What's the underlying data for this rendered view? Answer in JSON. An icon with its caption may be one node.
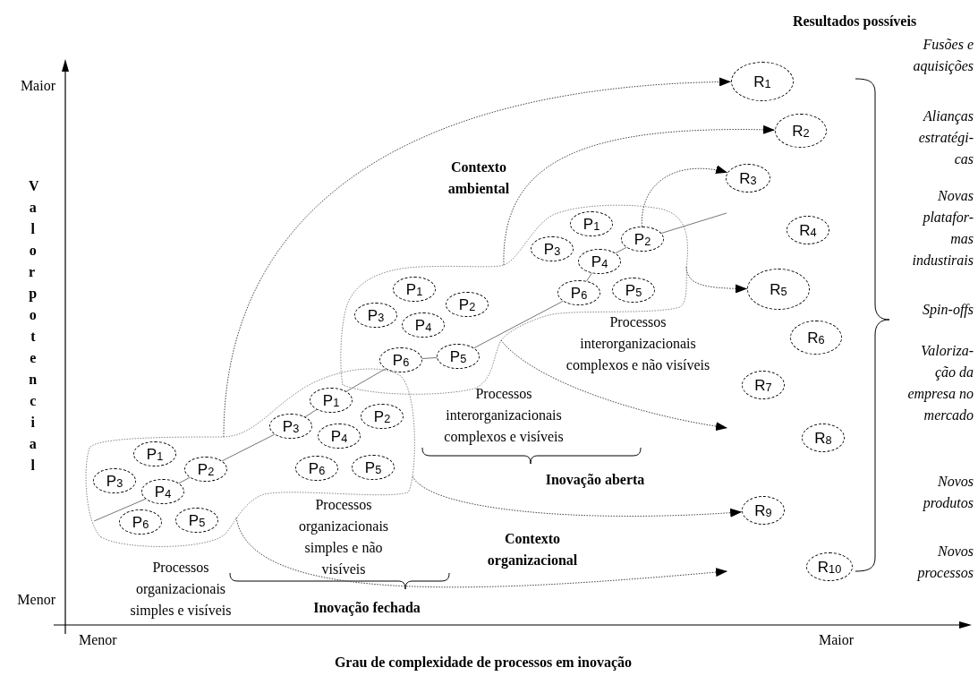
{
  "diagram": {
    "nodes": [
      {
        "text": [],
        "shape": "cloud"
      },
      {
        "text": [
          "P$_{1}$"
        ],
        "in": 0
      },
      {
        "text": [
          "P$_{2}$"
        ],
        "in": 0
      },
      {
        "text": [
          "P$_{3}$"
        ],
        "in": 0
      },
      {
        "text": [
          "P$_{4}$"
        ],
        "in": 0
      },
      {
        "text": [
          "P$_{5}$"
        ],
        "in": 0
      },
      {
        "text": [
          "P$_{6}$"
        ],
        "in": 0
      },
      {
        "text": [
          "P$_{1}$"
        ],
        "in": 0
      },
      {
        "text": [
          "P$_{2}$"
        ],
        "in": 0
      },
      {
        "text": [
          "P$_{3}$"
        ],
        "in": 0
      },
      {
        "text": [
          "P$_{4}$"
        ],
        "in": 0
      },
      {
        "text": [
          "P$_{5}$"
        ],
        "in": 0
      },
      {
        "text": [
          "P$_{6}$"
        ],
        "in": 0
      },
      {
        "text": [],
        "shape": "cloud"
      },
      {
        "text": [
          "P$_{1}$"
        ],
        "in": 13
      },
      {
        "text": [
          "P$_{2}$"
        ],
        "in": 13
      },
      {
        "text": [
          "P$_{3}$"
        ],
        "in": 13
      },
      {
        "text": [
          "P$_{4}$"
        ],
        "in": 13
      },
      {
        "text": [
          "P$_{5}$"
        ],
        "in": 13
      },
      {
        "text": [
          "P$_{6}$"
        ],
        "in": 13
      },
      {
        "text": [
          "P$_{1}$"
        ],
        "in": 13
      },
      {
        "text": [
          "P$_{2}$"
        ],
        "in": 13
      },
      {
        "text": [
          "P$_{3}$"
        ],
        "in": 13
      },
      {
        "text": [
          "P$_{4}$"
        ],
        "in": 13
      },
      {
        "text": [
          "P$_{5}$"
        ],
        "in": 13
      },
      {
        "text": [
          "P$_{6}$"
        ],
        "in": 13
      },
      {
        "text": [
          "R$_{1}$"
        ]
      },
      {
        "text": [
          "R$_{2}$"
        ]
      },
      {
        "text": [
          "R$_{3}$"
        ]
      },
      {
        "text": [
          "R$_{4}$"
        ]
      },
      {
        "text": [
          "R$_{5}$"
        ]
      },
      {
        "text": [
          "R$_{6}$"
        ]
      },
      {
        "text": [
          "R$_{7}$"
        ]
      },
      {
        "text": [
          "R$_{8}$"
        ]
      },
      {
        "text": [
          "R$_{9}$"
        ]
      },
      {
        "text": [
          "R$_{10}$"
        ]
      }
    ],
    "edges": [
      {
        "from": null,
        "to": 4,
        "arrow": "none"
      },
      {
        "from": 4,
        "to": 2,
        "arrow": "none"
      },
      {
        "from": 2,
        "to": 9,
        "arrow": "none"
      },
      {
        "from": 9,
        "to": 7,
        "arrow": "none"
      },
      {
        "from": 7,
        "to": 19,
        "arrow": "none"
      },
      {
        "from": 19,
        "to": 18,
        "arrow": "none"
      },
      {
        "from": 18,
        "to": 25,
        "arrow": "none"
      },
      {
        "from": 25,
        "to": 23,
        "arrow": "none"
      },
      {
        "from": 23,
        "to": 21,
        "arrow": "none"
      },
      {
        "from": 21,
        "to": null,
        "arrow": "none"
      },
      {
        "from": 0,
        "to": 26,
        "arrow": "to",
        "style": "dashed"
      },
      {
        "from": 13,
        "to": 27,
        "arrow": "to",
        "style": "dashed"
      },
      {
        "from": 21,
        "to": 28,
        "arrow": "to",
        "style": "dashed"
      },
      {
        "from": 13,
        "to": 30,
        "arrow": "to",
        "style": "dashed"
      },
      {
        "from": 13,
        "to": null,
        "arrow": "to",
        "style": "dashed"
      },
      {
        "from": 0,
        "to": 34,
        "arrow": "to",
        "style": "dashed"
      },
      {
        "from": 0,
        "to": null,
        "arrow": "to",
        "style": "dashed"
      }
    ],
    "labels": [
      "Resultados possíveis",
      "Fusões e aquisições",
      "Maior",
      "Alianças estratégi-cas",
      "Contexto ambiental",
      "Valor potencial",
      "Novas platafor-mas industirais",
      "Spin-offs",
      "Processos interorganizacionais complexos e não visíveis",
      "Valoriza-ção da empresa no mercado",
      "Processos interorganizacionais complexos e visíveis",
      "Inovação aberta",
      "Novos produtos",
      "Processos organizacionais simples e não visíveis",
      "Contexto organizacional",
      "Novos processos",
      "Processos organizacionais simples e visíveis",
      "Menor",
      "Inovação fechada",
      "Menor",
      "Maior",
      "Grau de complexidade de processos em inovação"
    ]
  }
}
